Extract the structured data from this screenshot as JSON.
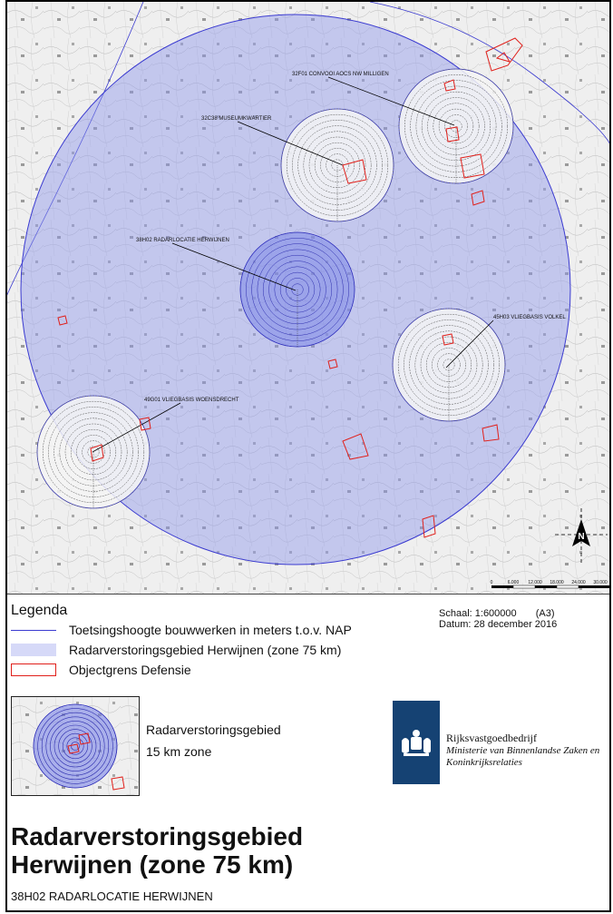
{
  "map": {
    "zones": [
      {
        "code": "32F01 CONVOOI AOCS NW MILLIGEN"
      },
      {
        "code": "32C38 MUSEUMKWARTIER"
      },
      {
        "code": "38H02 RADARLOCATIE HERWIJNEN"
      },
      {
        "code": "45H03 VLIEGBASIS VOLKEL"
      },
      {
        "code": "49G01 VLIEGBASIS WOENSDRECHT"
      }
    ],
    "north_label": "N",
    "scale_bar_ticks": [
      "0",
      "6.000",
      "12.000",
      "18.000",
      "24.000",
      "30.000"
    ],
    "colors": {
      "zone_fill": "#8f97ec",
      "zone_stroke": "#3b3bd0",
      "object_border": "#e0201b",
      "basemap": "#f2f2f2"
    }
  },
  "legend": {
    "title": "Legenda",
    "items": [
      {
        "symbol": "blue-line",
        "label": "Toetsingshoogte bouwwerken in meters t.o.v.  NAP"
      },
      {
        "symbol": "light-blue-fill",
        "label": "Radarverstoringsgebied Herwijnen (zone 75 km)"
      },
      {
        "symbol": "red-outline",
        "label": "Objectgrens Defensie"
      }
    ],
    "inset_label_line1": "Radarverstoringsgebied",
    "inset_label_line2": "15 km zone"
  },
  "meta": {
    "scale_label": "Schaal:",
    "scale_value": "1:600000",
    "paper_size": "(A3)",
    "date_label": "Datum:",
    "date_value": "28 december 2016"
  },
  "org": {
    "name": "Rijksvastgoedbedrijf",
    "ministry_line1": "Ministerie van Binnenlandse Zaken en",
    "ministry_line2": "Koninkrijksrelaties"
  },
  "title": {
    "line1": "Radarverstoringsgebied",
    "line2": "Herwijnen (zone 75 km)",
    "subtitle": "38H02  RADARLOCATIE HERWIJNEN"
  }
}
